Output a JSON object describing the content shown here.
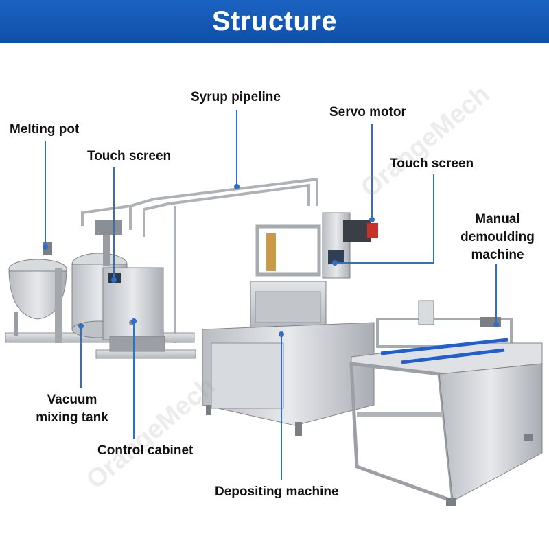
{
  "header": {
    "title": "Structure"
  },
  "labels": {
    "melting_pot": "Melting pot",
    "touch_screen_left": "Touch screen",
    "syrup_pipeline": "Syrup pipeline",
    "servo_motor": "Servo motor",
    "touch_screen_right": "Touch screen",
    "manual_demoulding_line1": "Manual",
    "manual_demoulding_line2": "demoulding",
    "manual_demoulding_line3": "machine",
    "vacuum_mixing_line1": "Vacuum",
    "vacuum_mixing_line2": "mixing tank",
    "control_cabinet": "Control cabinet",
    "depositing_machine": "Depositing machine"
  },
  "watermark": {
    "text": "OrangeMech"
  },
  "colors": {
    "banner": "#1457b5",
    "leader_line": "#2f6fc4",
    "steel": "#c9ccd0",
    "belt_blue": "#1f5fd0"
  }
}
